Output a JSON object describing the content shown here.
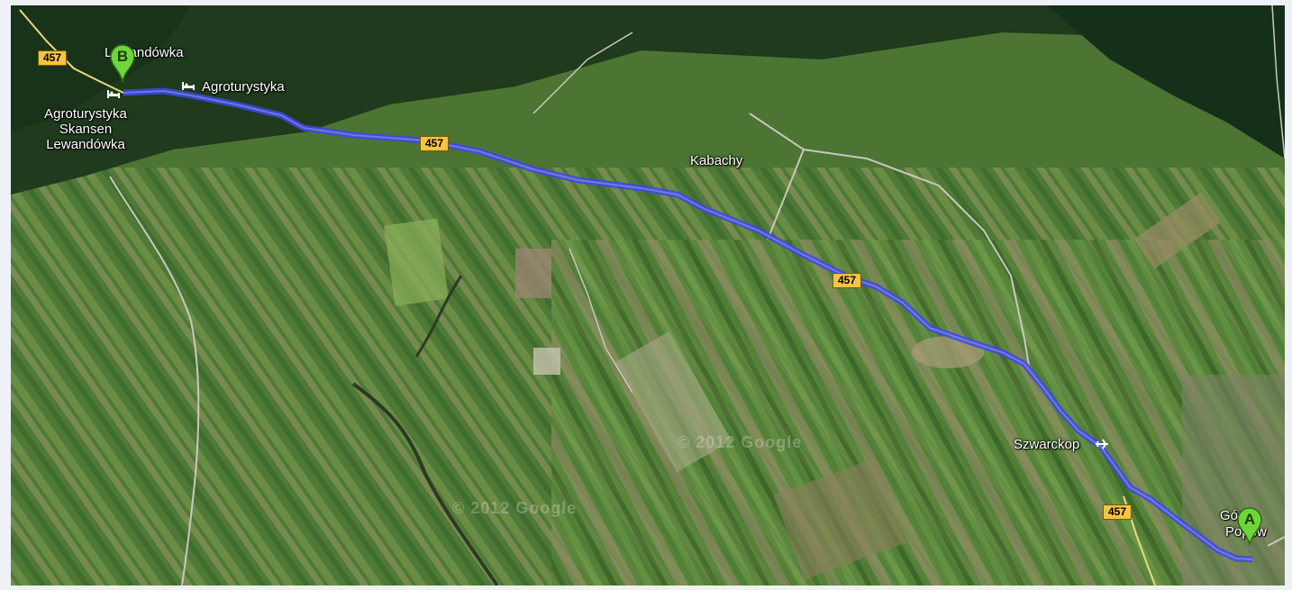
{
  "map": {
    "type": "satellite",
    "route_color": "#3f49e0",
    "markers": [
      {
        "letter": "A",
        "color": "#6fd63a"
      },
      {
        "letter": "B",
        "color": "#6fd63a"
      }
    ],
    "places": {
      "lewandowka": "Lewandówka",
      "agro_1": "Agroturystyka",
      "agro_2": "Agroturystyka",
      "skansen": "Skansen",
      "lewandowka_2": "Lewandówka",
      "kabachy": "Kabachy",
      "szwarckop": "Szwarckop",
      "gora": "Góra",
      "popow": "Popów"
    },
    "road_shields": [
      "457",
      "457",
      "457",
      "457"
    ],
    "icons": {
      "hotel": "hotel-icon",
      "airport": "airplane-icon",
      "marker": "map-pin-icon"
    },
    "watermarks": [
      "© 2012 Google",
      "© 2012 Google"
    ]
  }
}
